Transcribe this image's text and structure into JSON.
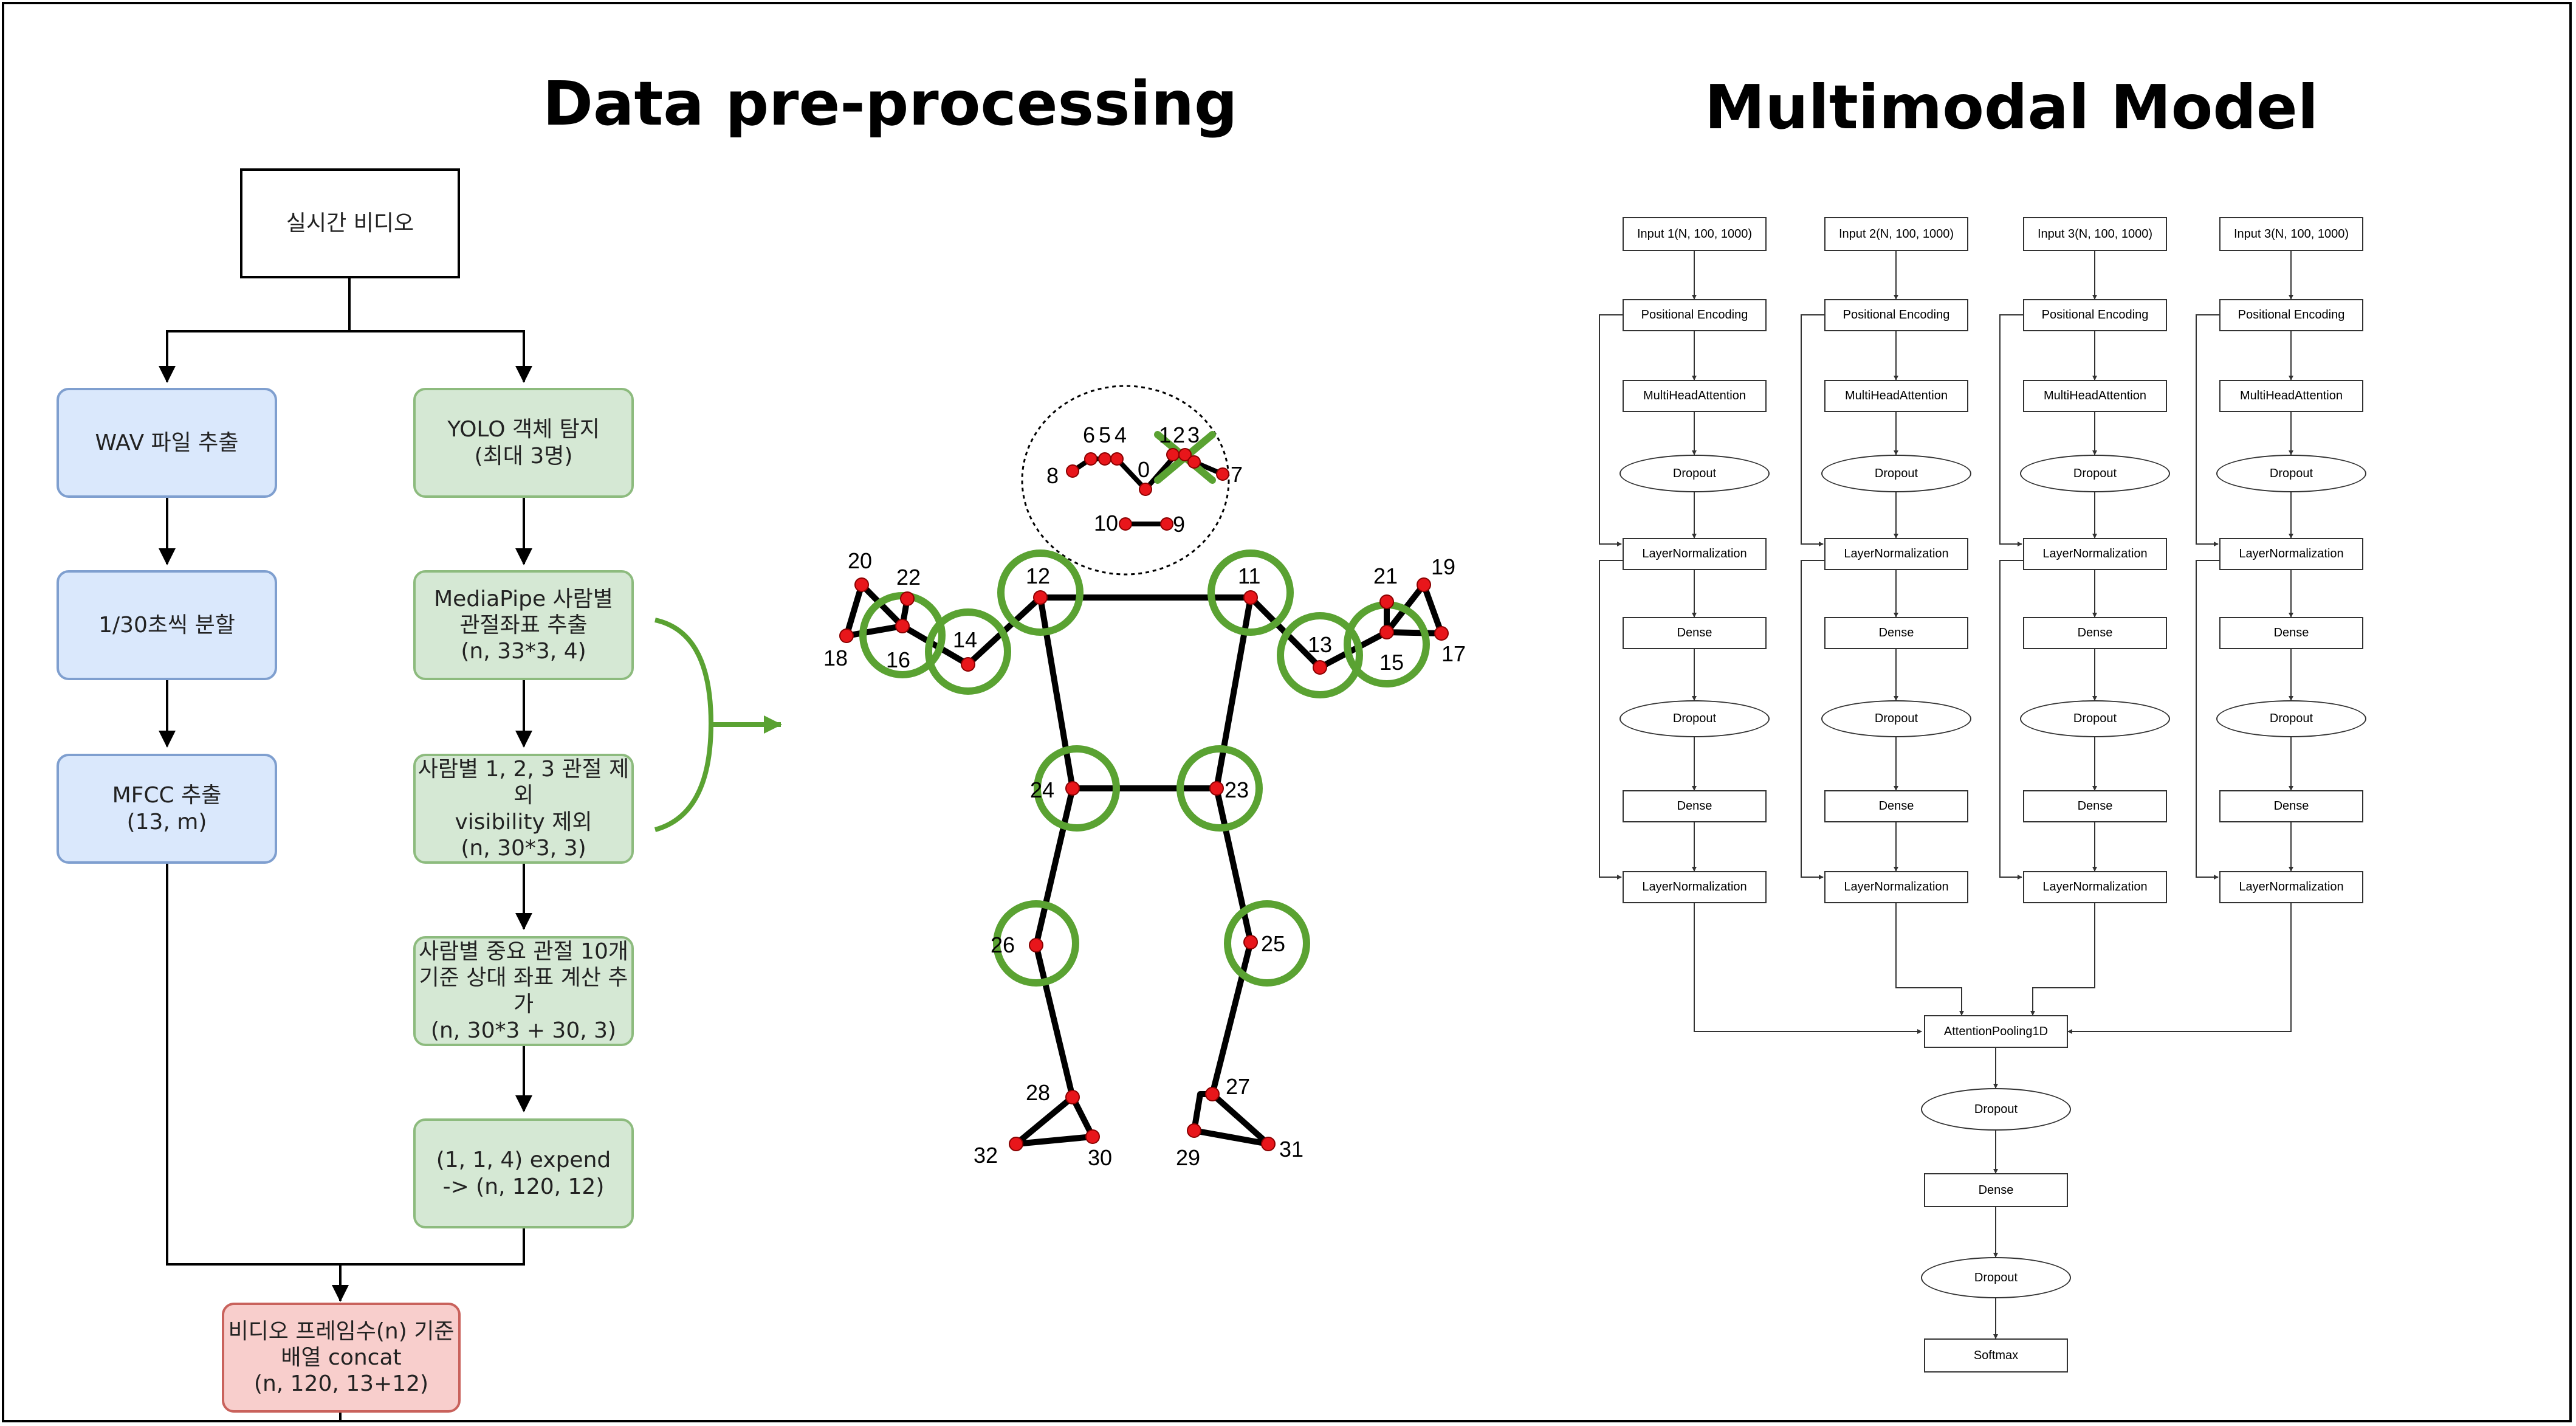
{
  "titles": {
    "left": "Data pre-processing",
    "right": "Multimodal Model"
  },
  "flow": {
    "video": "실시간 비디오",
    "wav": "WAV 파일 추출",
    "split": "1/30초씩 분할",
    "mfcc": "MFCC 추출\n(13, m)",
    "yolo": "YOLO 객체 탐지\n(최대 3명)",
    "mediapipe": "MediaPipe 사람별\n관절좌표 추출\n(n, 33*3, 4)",
    "remove": "사람별 1, 2, 3 관절 제외\nvisibility 제외\n(n, 30*3, 3)",
    "relative": "사람별 중요 관절 10개\n기준 상대 좌표 계산 추가\n(n, 30*3 + 30, 3)",
    "expand": "(1, 1, 4) expend\n-> (n, 120, 12)",
    "concat": "비디오 프레임수(n) 기준\n배열 concat\n(n, 120, 13+12)"
  },
  "skeleton": {
    "labels": [
      "0",
      "1",
      "2",
      "3",
      "4",
      "5",
      "6",
      "7",
      "8",
      "9",
      "10",
      "11",
      "12",
      "13",
      "14",
      "15",
      "16",
      "17",
      "18",
      "19",
      "20",
      "21",
      "22",
      "23",
      "24",
      "25",
      "26",
      "27",
      "28",
      "29",
      "30",
      "31",
      "32"
    ],
    "highlighted": [
      "11",
      "12",
      "13",
      "14",
      "15",
      "16",
      "23",
      "24",
      "25",
      "26"
    ],
    "excluded": [
      "1",
      "2",
      "3"
    ],
    "colors": {
      "joint": "#e8161b",
      "highlight": "#5aa232",
      "bone": "#000000"
    }
  },
  "model": {
    "inputs": [
      "Input 1(N, 100, 1000)",
      "Input 2(N, 100, 1000)",
      "Input 3(N, 100, 1000)",
      "Input 3(N, 100, 1000)"
    ],
    "branch_layers": [
      "Positional Encoding",
      "MultiHeadAttention",
      "Dropout",
      "LayerNormalization",
      "Dense",
      "Dropout",
      "Dense",
      "LayerNormalization"
    ],
    "pooling": "AttentionPooling1D",
    "head_layers": [
      "Dropout",
      "Dense",
      "Dropout",
      "Softmax"
    ]
  }
}
